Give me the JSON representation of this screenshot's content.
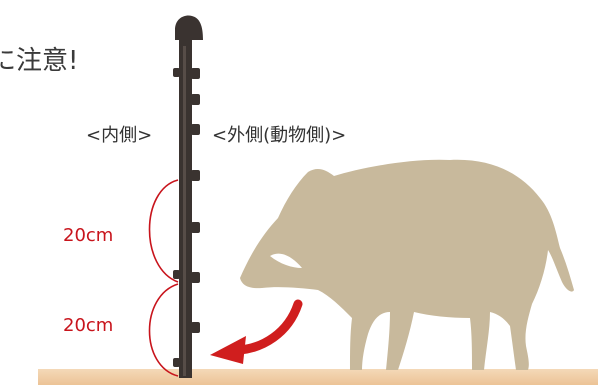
{
  "heading": "に注意!",
  "labels": {
    "inside": "<内側>",
    "outside": "<外側(動物側)>"
  },
  "measurements": [
    "20cm",
    "20cm"
  ],
  "colors": {
    "ground": "#f2d2ae",
    "boar": "#c8b99c",
    "arrow": "#d01e1e",
    "post": "#3a3330",
    "measure": "#c8141c"
  }
}
